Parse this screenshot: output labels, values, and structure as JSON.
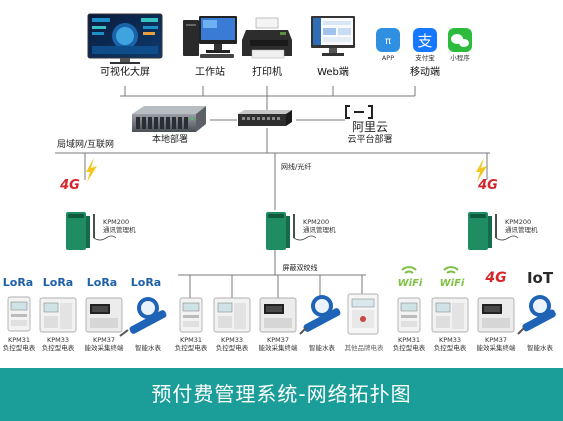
{
  "top": {
    "screen": "可视化大屏",
    "workstation": "工作站",
    "printer": "打印机",
    "web": "Web端",
    "mobile": "移动端",
    "apps": [
      "APP",
      "支付宝",
      "小程序"
    ]
  },
  "middle": {
    "local": "本地部署",
    "cloud_logo": "阿里云",
    "cloud": "云平台部署",
    "lan": "局域网/互联网",
    "network_line": "网线/光纤",
    "shield_line": "屏蔽双绞线"
  },
  "gateway": {
    "line1": "KPM200",
    "line2": "通讯管理机",
    "badge_4g": "4G",
    "icon_names": [
      "4g-icon",
      "lightning-icon",
      "gateway-device-icon"
    ]
  },
  "devices": {
    "left": [
      {
        "badge": "LoRa",
        "line1": "KPM31",
        "line2": "负控型电表"
      },
      {
        "badge": "LoRa",
        "line1": "KPM33",
        "line2": "负控型电表"
      },
      {
        "badge": "LoRa",
        "line1": "KPM37",
        "line2": "能效采集终端"
      },
      {
        "badge": "LoRa",
        "line1": "智能水表",
        "line2": ""
      }
    ],
    "center": [
      {
        "line1": "KPM31",
        "line2": "负控型电表"
      },
      {
        "line1": "KPM33",
        "line2": "负控型电表"
      },
      {
        "line1": "KPM37",
        "line2": "能效采集终端"
      },
      {
        "line1": "智能水表",
        "line2": ""
      },
      {
        "line1": "其他品牌电表",
        "line2": ""
      }
    ],
    "right": [
      {
        "badge": "WiFi",
        "line1": "KPM31",
        "line2": "负控型电表"
      },
      {
        "badge": "WiFi",
        "line1": "KPM33",
        "line2": "负控型电表"
      },
      {
        "badge": "4G",
        "line1": "KPM37",
        "line2": "能效采集终端"
      },
      {
        "badge": "IoT",
        "line1": "智能水表",
        "line2": ""
      }
    ]
  },
  "footer": {
    "title": "预付费管理系统-网络拓扑图"
  },
  "colors": {
    "footer_bg": "#1b9e9a",
    "device_green": "#1f8c62",
    "wifi_green": "#7cc143",
    "badge_4g_red": "#d6262b",
    "lightning_yellow": "#f3c51d",
    "water_meter_blue": "#1e63b5",
    "line_gray": "#7a7a7a"
  }
}
